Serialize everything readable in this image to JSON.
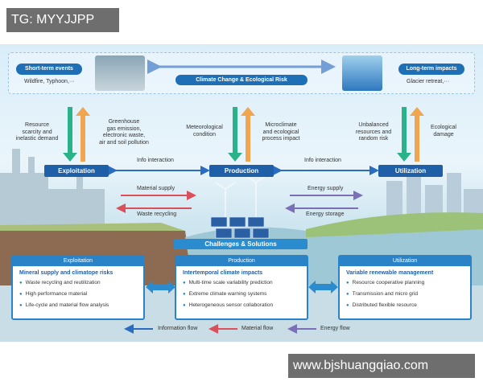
{
  "watermark_top": "TG: MYYJJPP",
  "watermark_bottom": "www.bjshuangqiao.com",
  "top": {
    "short_term": "Short-term events",
    "short_term_sub": "Wildfire, Typhoon,···",
    "center": "Climate Change & Ecological Risk",
    "long_term": "Long-term impacts",
    "long_term_sub": "Glacier retreat,···"
  },
  "arrow_labels": {
    "resource": "Resource\nscarcity and\ninelastic demand",
    "greenhouse": "Greenhouse\ngas emission,\nelectronic waste,\nair and soil pollution",
    "meteorological": "Meteorological\ncondition",
    "microclimate": "Microclimate\nand ecological\nprocess impact",
    "unbalanced": "Unbalanced\nresources and\nrandom risk",
    "ecological": "Ecological\ndamage"
  },
  "stages": {
    "exploitation": "Exploitation",
    "production": "Production",
    "utilization": "Utilization"
  },
  "flows": {
    "info_left": "Info interaction",
    "info_right": "Info interaction",
    "material_supply": "Material supply",
    "waste_recycling": "Waste recycling",
    "energy_supply": "Energy supply",
    "energy_storage": "Energy storage"
  },
  "challenges": "Challenges & Solutions",
  "cards": {
    "exploitation": {
      "title": "Exploitation",
      "subtitle": "Mineral supply and climatope risks",
      "items": [
        "Waste recycling and reutilization",
        "High performance material",
        "Life-cycle and material flow analysis"
      ]
    },
    "production": {
      "title": "Production",
      "subtitle": "Intertemporal climate impacts",
      "items": [
        "Multi-time scale variability prediction",
        "Extreme climate warning systems",
        "Heterogeneous sensor collaboration"
      ]
    },
    "utilization": {
      "title": "Utilization",
      "subtitle": "Variable renewable management",
      "items": [
        "Resource cooperative planning",
        "Transmission and micro grid",
        "Distributed flexible resource"
      ]
    }
  },
  "legend": {
    "information": "Information flow",
    "material": "Material flow",
    "energy": "Energy flow"
  },
  "colors": {
    "blue_header": "#1f5fa8",
    "green_arrow": "#2ab38a",
    "orange_arrow": "#f0a550",
    "material_red": "#d9505a",
    "energy_purple": "#7b6fb8"
  }
}
